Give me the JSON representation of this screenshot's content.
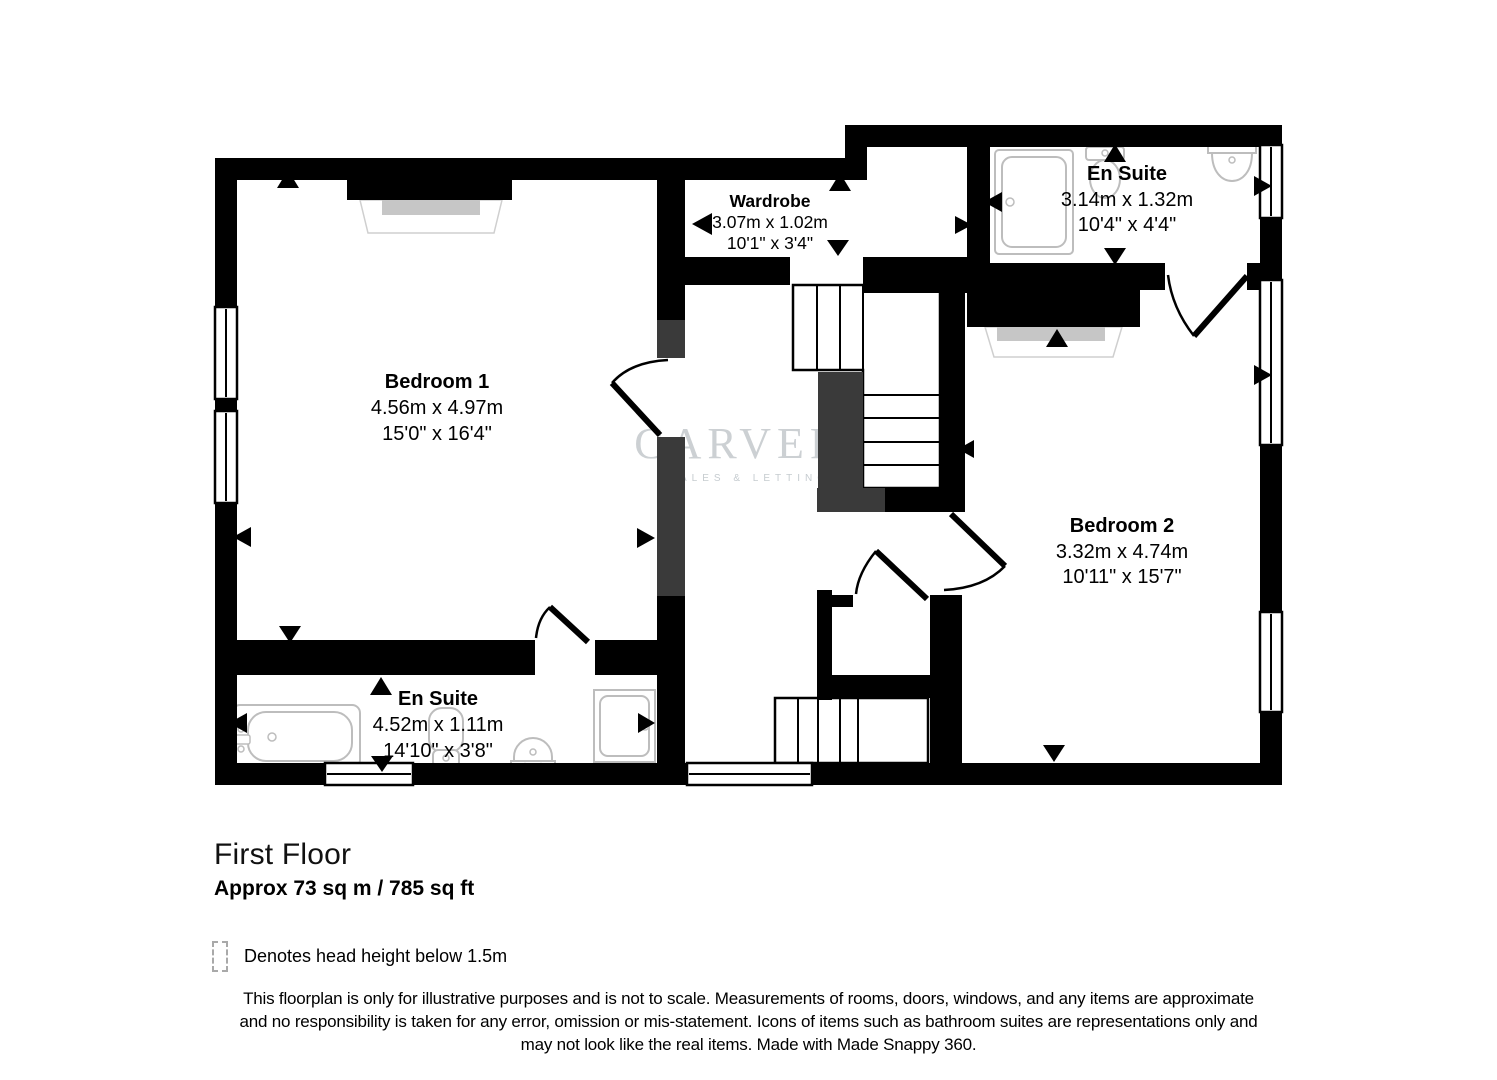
{
  "floorplan": {
    "rooms": {
      "bedroom1": {
        "name": "Bedroom 1",
        "metric": "4.56m x 4.97m",
        "imperial": "15'0\" x 16'4\""
      },
      "wardrobe": {
        "name": "Wardrobe",
        "metric": "3.07m x 1.02m",
        "imperial": "10'1\" x 3'4\""
      },
      "ensuite_top": {
        "name": "En Suite",
        "metric": "3.14m x 1.32m",
        "imperial": "10'4\" x 4'4\""
      },
      "bedroom2": {
        "name": "Bedroom 2",
        "metric": "3.32m x 4.74m",
        "imperial": "10'11\" x 15'7\""
      },
      "ensuite_bottom": {
        "name": "En Suite",
        "metric": "4.52m x 1.11m",
        "imperial": "14'10\" x 3'8\""
      }
    },
    "watermark": {
      "brand": "CARVERS",
      "tagline": "SALES & LETTINGS"
    },
    "colors": {
      "wall": "#000000",
      "low_wall": "#3a3a3a",
      "fixture_outline": "#bdbdbd",
      "builtin_fill": "#c6c6c6",
      "watermark": "#ccd0d3"
    }
  },
  "footer": {
    "floor_title": "First Floor",
    "floor_area": "Approx 73 sq m / 785 sq ft",
    "legend_text": "Denotes head height below 1.5m",
    "disclaimer_lines": [
      "This floorplan is only for illustrative purposes and is not to scale. Measurements of rooms, doors, windows, and any items are approximate",
      "and no responsibility is taken for any error, omission or mis-statement. Icons of items such as bathroom suites are representations only and",
      "may not look like the real items. Made with Made Snappy 360."
    ]
  }
}
